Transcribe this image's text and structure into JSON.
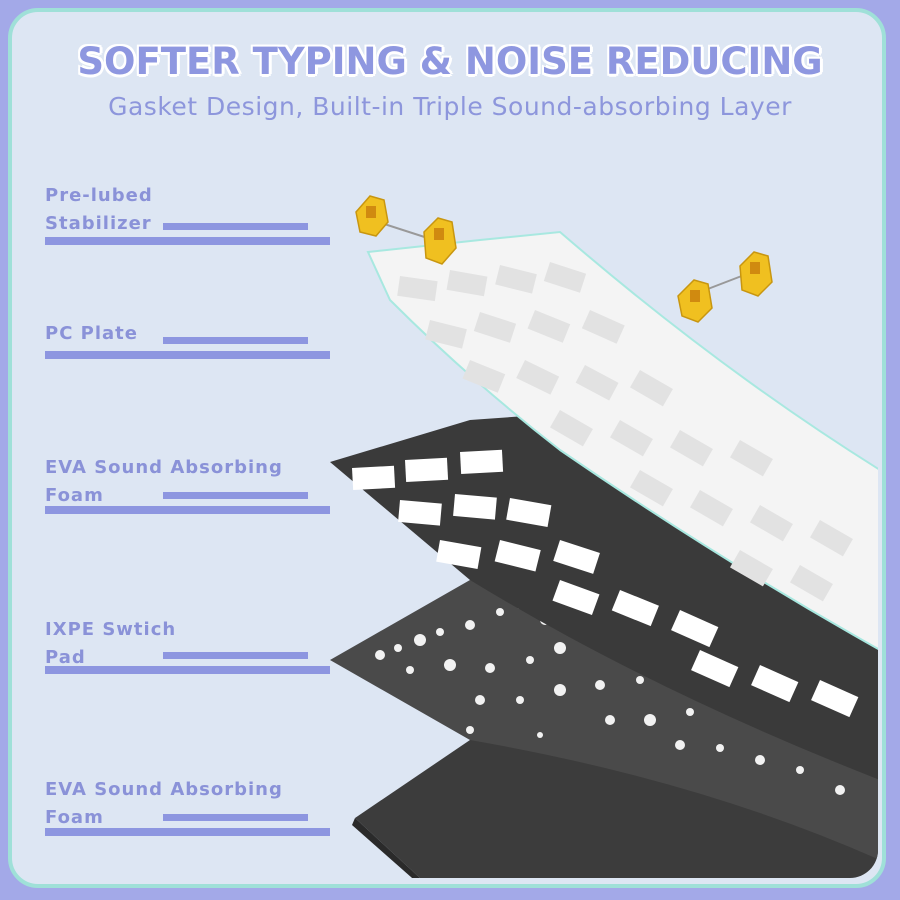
{
  "header": {
    "title": "SOFTER TYPING & NOISE REDUCING",
    "subtitle": "Gasket Design, Built-in Triple Sound-absorbing Layer"
  },
  "layers": [
    {
      "label": "Pre-lubed\nStabilizer"
    },
    {
      "label": "PC Plate"
    },
    {
      "label": "EVA Sound Absorbing\nFoam"
    },
    {
      "label": "IXPE Swtich\nPad"
    },
    {
      "label": "EVA Sound Absorbing\nFoam"
    }
  ],
  "colors": {
    "accent": "#8e97e0",
    "background": "#dde6f3",
    "border": "#9fe0d8",
    "stabilizer": "#f0c020"
  }
}
